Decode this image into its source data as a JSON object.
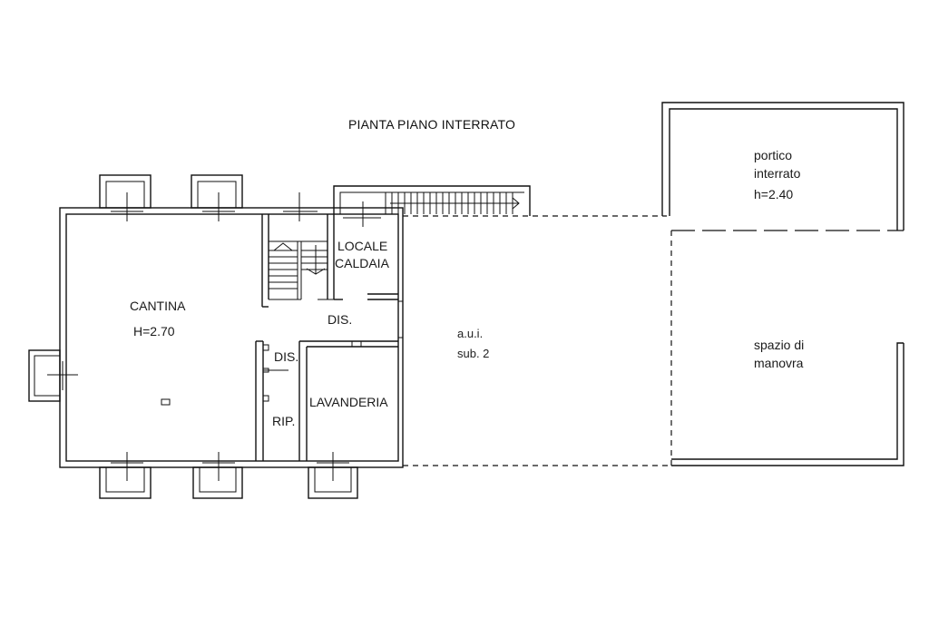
{
  "plan": {
    "title": "PIANTA PIANO INTERRATO",
    "rooms": {
      "cantina": {
        "name": "CANTINA",
        "height": "H=2.70"
      },
      "locale_caldaia": {
        "line1": "LOCALE",
        "line2": "CALDAIA"
      },
      "dis_upper": "DIS.",
      "dis_lower": "DIS.",
      "rip": "RIP.",
      "lavanderia": "LAVANDERIA",
      "aui": {
        "line1": "a.u.i.",
        "line2": "sub. 2"
      },
      "portico": {
        "line1": "portico",
        "line2": "interrato",
        "line3": "h=2.40"
      },
      "spazio": {
        "line1": "spazio di",
        "line2": "manovra"
      }
    }
  }
}
